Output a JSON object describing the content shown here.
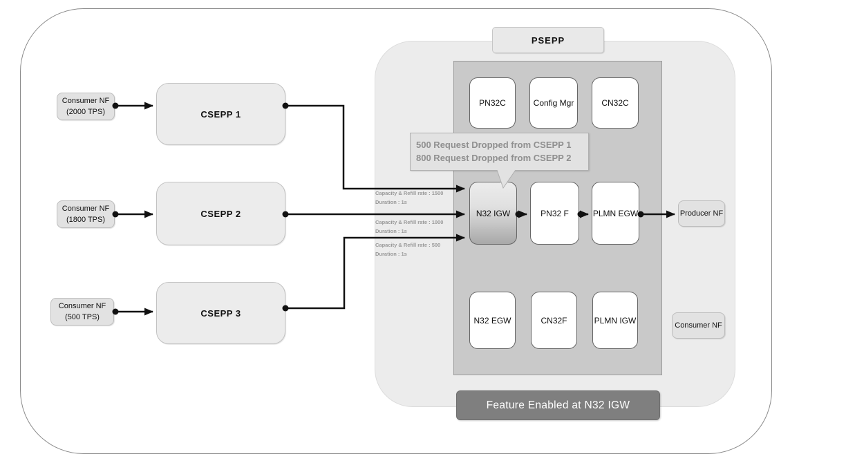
{
  "psepp": {
    "label": "PSEPP"
  },
  "feature_banner": "Feature Enabled at N32 IGW",
  "callout": {
    "line1": "500 Request Dropped from CSEPP 1",
    "line2": "800 Request Dropped from CSEPP 2"
  },
  "consumers": [
    {
      "name": "Consumer NF",
      "tps": "(2000 TPS)"
    },
    {
      "name": "Consumer NF",
      "tps": "(1800 TPS)"
    },
    {
      "name": "Consumer NF",
      "tps": "(500 TPS)"
    }
  ],
  "csepps": [
    "CSEPP 1",
    "CSEPP 2",
    "CSEPP 3"
  ],
  "rate_labels": [
    {
      "capacity": "Capacity & Refill rate : 1500",
      "duration": "Duration : 1s"
    },
    {
      "capacity": "Capacity & Refill rate : 1000",
      "duration": "Duration : 1s"
    },
    {
      "capacity": "Capacity & Refill rate : 500",
      "duration": "Duration : 1s"
    }
  ],
  "psepp_nodes": {
    "top": [
      "PN32C",
      "Config Mgr",
      "CN32C"
    ],
    "middle": [
      "N32 IGW",
      "PN32 F",
      "PLMN EGW"
    ],
    "bottom": [
      "N32 EGW",
      "CN32F",
      "PLMN IGW"
    ]
  },
  "producer_nf": "Producer NF",
  "consumer_nf_right": "Consumer NF",
  "colors": {
    "node_border": "#666666",
    "core_panel_bg": "#c9c9c9",
    "psepp_container_bg": "#ececec",
    "feature_banner_bg": "#7f7f7f",
    "callout_bg": "#e2e2e2",
    "callout_text": "#8f8f8f",
    "arrow": "#111111"
  }
}
